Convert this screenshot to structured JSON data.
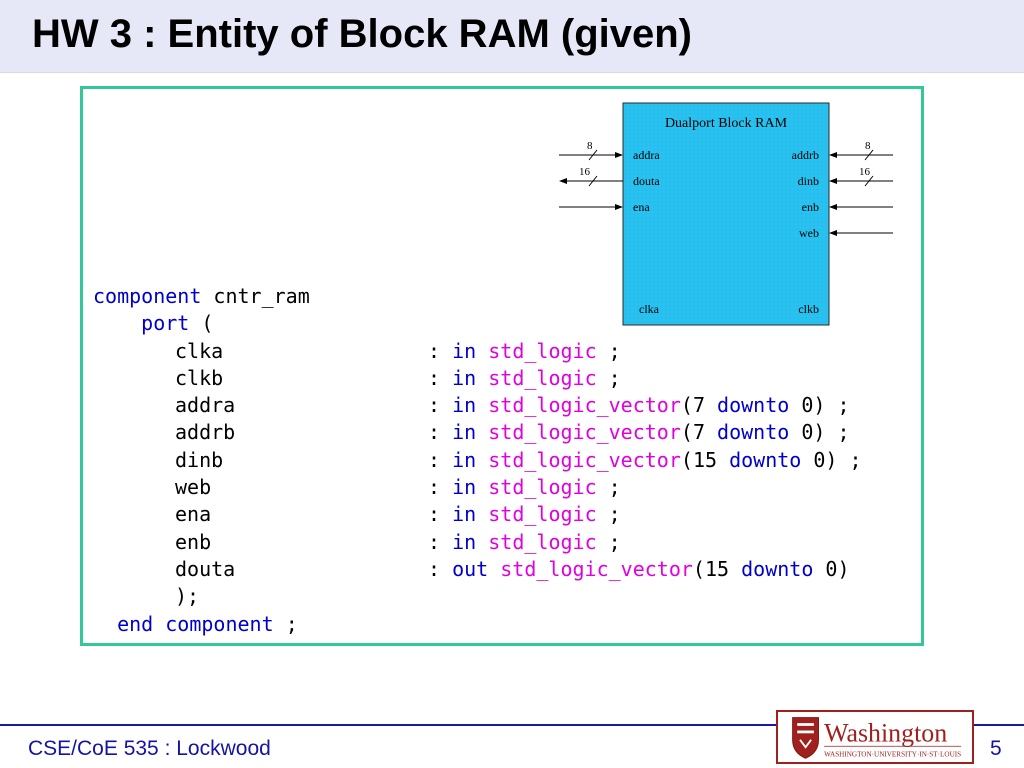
{
  "title": "HW 3 : Entity of Block RAM (given)",
  "colors": {
    "title_bar": "#e6e8f7",
    "frame": "#33c79a",
    "keyword": "#0000cc",
    "type": "#e000e0",
    "diagram_fill": "#29c2f0",
    "footer": "#1414a0",
    "logo_red": "#a0201e"
  },
  "diagram": {
    "title": "Dualport Block RAM",
    "left_ports": [
      "addra",
      "douta",
      "ena"
    ],
    "right_ports": [
      "addrb",
      "dinb",
      "enb",
      "web"
    ],
    "bottom_left_port": "clka",
    "bottom_right_port": "clkb",
    "left_widths": [
      "8",
      "16"
    ],
    "right_widths": [
      "8",
      "16"
    ]
  },
  "code": {
    "component_kw": "component",
    "component_name": "cntr_ram",
    "port_kw": "port",
    "port_open": "(",
    "colon": ":",
    "semicolon": ";",
    "downto_kw": "downto",
    "ports": [
      {
        "signal": "clka",
        "dir": "in",
        "type": "std_logic",
        "range_open": "",
        "range_hi": "",
        "range_lo": "",
        "range_close": "",
        "end": ";"
      },
      {
        "signal": "clkb",
        "dir": "in",
        "type": "std_logic",
        "range_open": "",
        "range_hi": "",
        "range_lo": "",
        "range_close": "",
        "end": ";"
      },
      {
        "signal": "addra",
        "dir": "in",
        "type": "std_logic_vector",
        "range_open": "(",
        "range_hi": "7",
        "range_lo": "0",
        "range_close": ")",
        "end": ";"
      },
      {
        "signal": "addrb",
        "dir": "in",
        "type": "std_logic_vector",
        "range_open": "(",
        "range_hi": "7",
        "range_lo": "0",
        "range_close": ")",
        "end": ";"
      },
      {
        "signal": "dinb",
        "dir": "in",
        "type": "std_logic_vector",
        "range_open": "(",
        "range_hi": "15",
        "range_lo": "0",
        "range_close": ")",
        "end": ";"
      },
      {
        "signal": "web",
        "dir": "in",
        "type": "std_logic",
        "range_open": "",
        "range_hi": "",
        "range_lo": "",
        "range_close": "",
        "end": ";"
      },
      {
        "signal": "ena",
        "dir": "in",
        "type": "std_logic",
        "range_open": "",
        "range_hi": "",
        "range_lo": "",
        "range_close": "",
        "end": ";"
      },
      {
        "signal": "enb",
        "dir": "in",
        "type": "std_logic",
        "range_open": "",
        "range_hi": "",
        "range_lo": "",
        "range_close": "",
        "end": ";"
      },
      {
        "signal": "douta",
        "dir": "out",
        "type": "std_logic_vector",
        "range_open": "(",
        "range_hi": "15",
        "range_lo": "0",
        "range_close": ")",
        "end": ""
      }
    ],
    "port_close": ");",
    "end_kw": "end",
    "end_component_kw": "component",
    "end_semicolon": ";"
  },
  "footer": {
    "course": "CSE/CoE 535 : Lockwood",
    "page_number": "5",
    "logo_text": "Washington",
    "logo_subtext": "WASHINGTON·UNIVERSITY·IN·ST·LOUIS"
  }
}
